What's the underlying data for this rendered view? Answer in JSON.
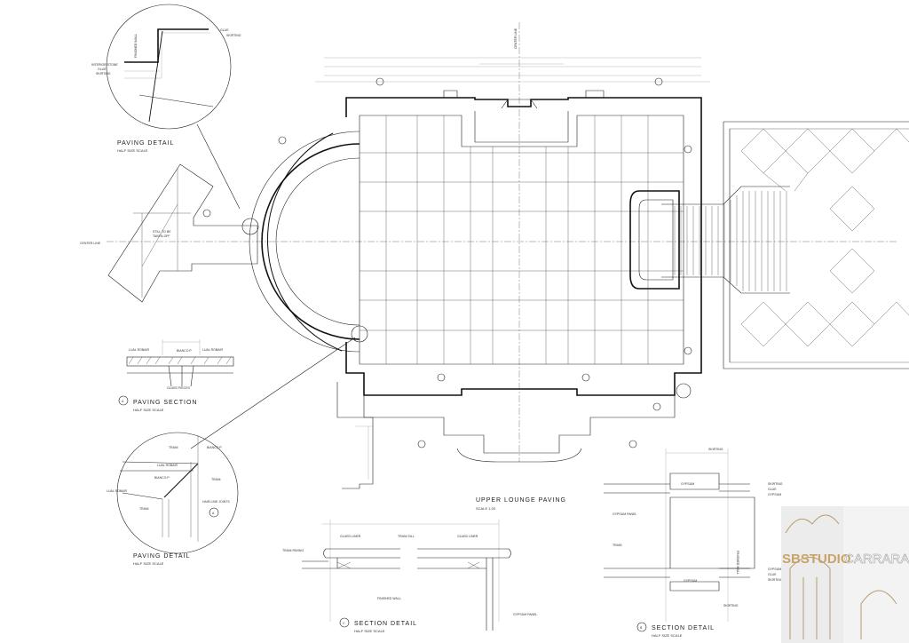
{
  "plan": {
    "title": "UPPER LOUNGE PAVING",
    "scale": "SCALE 1:20",
    "center_line_h": "CENTER LINE",
    "center_line_v": "CENTER LINE",
    "note_still": "STILL TO BE",
    "note_taken": "TAKEN-OFF"
  },
  "detail_top": {
    "title": "PAVING DETAIL",
    "scale": "HALF SIZE SCALE",
    "labels": [
      "GLUE",
      "SKIRTING",
      "INTERIOR STONE",
      "GLUE",
      "SKIRTING",
      "FINISHED WALL"
    ]
  },
  "section_a": {
    "marker": "A",
    "title": "PAVING SECTION",
    "scale": "HALF SIZE SCALE",
    "labels": [
      "LUAL ROBAIR",
      "BIANCO P",
      "LUAL ROBAIR",
      "GLUED PIECES"
    ]
  },
  "detail_bottom": {
    "title": "PAVING DETAIL",
    "scale": "HALF SIZE SCALE",
    "marker": "A",
    "labels": [
      "TRANI",
      "BIANCO P",
      "LUAL ROBAIR",
      "BIANCO P",
      "TRANI",
      "LUAL ROBAIR",
      "TRANI",
      "HAIR-LINE JOINTS"
    ]
  },
  "section_c": {
    "marker": "C",
    "title": "SECTION DETAIL",
    "scale": "HALF SIZE SCALE",
    "labels": [
      "TRANI PAVING",
      "GLUED LINER",
      "TRANI SILL",
      "GLUED LINER",
      "FINISHED WALL",
      "GYPSUM PANEL"
    ]
  },
  "section_b": {
    "marker": "B",
    "title": "SECTION DETAIL",
    "scale": "HALF SIZE SCALE",
    "labels": [
      "SKIRTING",
      "GYPSUM",
      "SKIRTING",
      "GLUE",
      "GYPSUM",
      "GYPSUM PANEL",
      "TRANI",
      "FINISHED WALL",
      "GYPSUM",
      "GYPSUM",
      "GLUE",
      "SKIRTING",
      "SKIRTING"
    ]
  },
  "watermark": {
    "brand_bold": "SBSTUDIO",
    "brand_light": "CARRARA",
    "bold_color": "#c9a46a",
    "light_color": "#9a9a9a"
  }
}
